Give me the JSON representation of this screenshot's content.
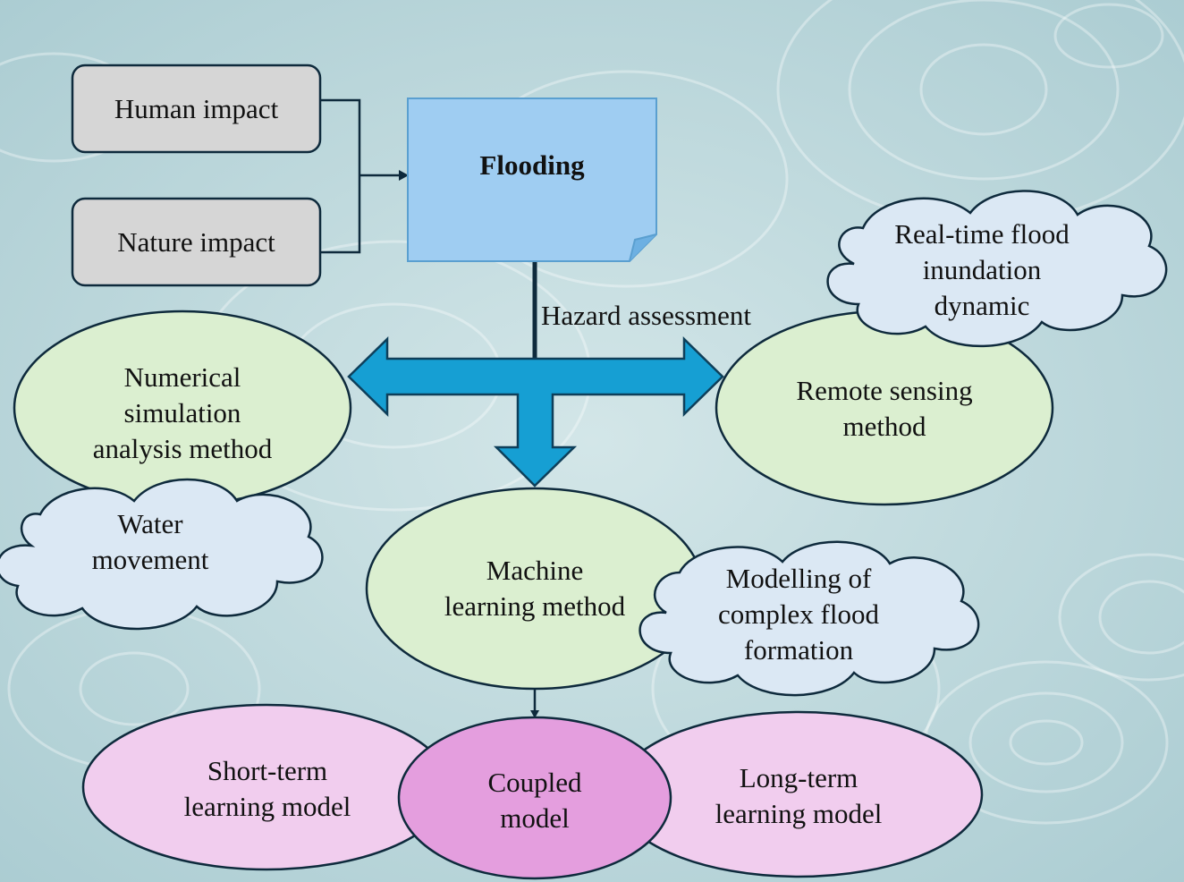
{
  "nodes": {
    "human_impact": "Human impact",
    "nature_impact": "Nature impact",
    "flooding": "Flooding",
    "hazard_assessment": "Hazard assessment",
    "numerical": "Numerical\nsimulation\nanalysis method",
    "remote_sensing": "Remote sensing\nmethod",
    "machine_learning": "Machine\nlearning method",
    "short_term": "Short-term\nlearning model",
    "coupled": "Coupled\nmodel",
    "long_term": "Long-term\nlearning model"
  },
  "clouds": {
    "realtime": "Real-time flood\ninundation\ndynamic",
    "water_movement": "Water\nmovement",
    "complex_flood": "Modelling of\ncomplex flood\nformation"
  },
  "colors": {
    "gray_box": "#d6d6d6",
    "flooding_box": "#9fcdf2",
    "method_ellipse": "#dbefd0",
    "cloud": "#dbe8f4",
    "model_ellipse": "#f1cdee",
    "coupled_ellipse": "#e49ede",
    "arrow": "#169fd3",
    "outline": "#0e2a3c"
  }
}
